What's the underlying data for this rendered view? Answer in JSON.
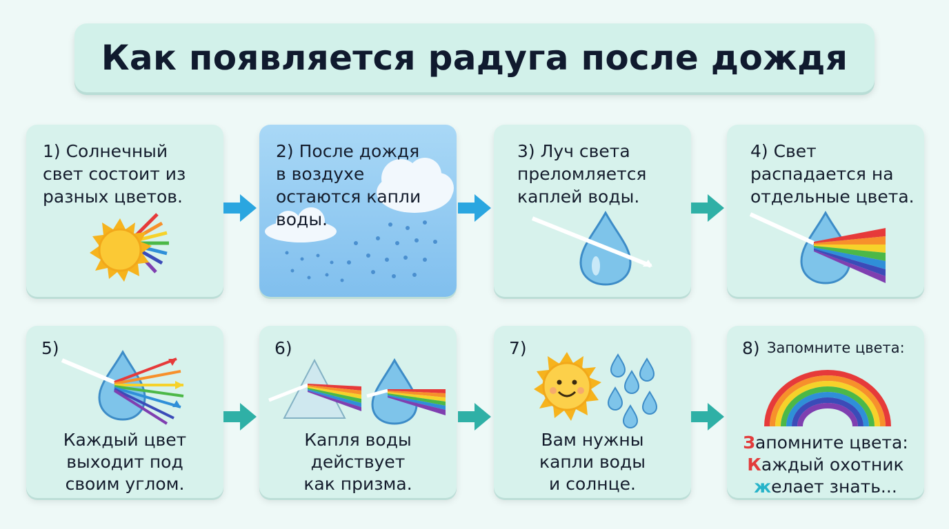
{
  "title": "Как появляется радуга после дождя",
  "steps": [
    {
      "text": "1) Солнечный\nсвет состоит из\nразных цветов."
    },
    {
      "text": "2) После дождя\nв воздухе\nостаются капли\nводы."
    },
    {
      "text": "3) Луч света\nпреломляется\nкаплей воды."
    },
    {
      "text": "4) Свет\nраспадается на\nотдельные цвета."
    },
    {
      "num": "5)",
      "text": "Каждый цвет\nвыходит под\nсвоим углом."
    },
    {
      "num": "6)",
      "text": "Капля воды\nдействует\nкак призма."
    },
    {
      "num": "7)",
      "text": "Вам нужны\nкапли воды\nи солнце."
    },
    {
      "num": "8)",
      "header": "Запомните цвета:",
      "mnemonic": [
        {
          "first": "З",
          "rest": "апомните цвета:",
          "color": "#e23b3b"
        },
        {
          "first": "К",
          "rest": "аждый охотник",
          "color": "#e23b3b"
        },
        {
          "first": "ж",
          "rest": "елает знать...",
          "color": "#26b3c9"
        }
      ]
    }
  ],
  "colors": {
    "accent_arrow": "#2fb0a6",
    "accent_arrow_blue": "#2aa6e0",
    "rainbow": [
      "#e63a3a",
      "#f7902b",
      "#f6d22a",
      "#4cb847",
      "#2f8fd8",
      "#3b4bb8",
      "#7f3fb0"
    ]
  },
  "icons": [
    "sun-icon",
    "cloud-icon",
    "raindrop-icon",
    "water-drop-icon",
    "light-ray-icon",
    "prism-icon",
    "rainbow-icon",
    "smiling-sun-icon",
    "arrow-right-icon"
  ]
}
